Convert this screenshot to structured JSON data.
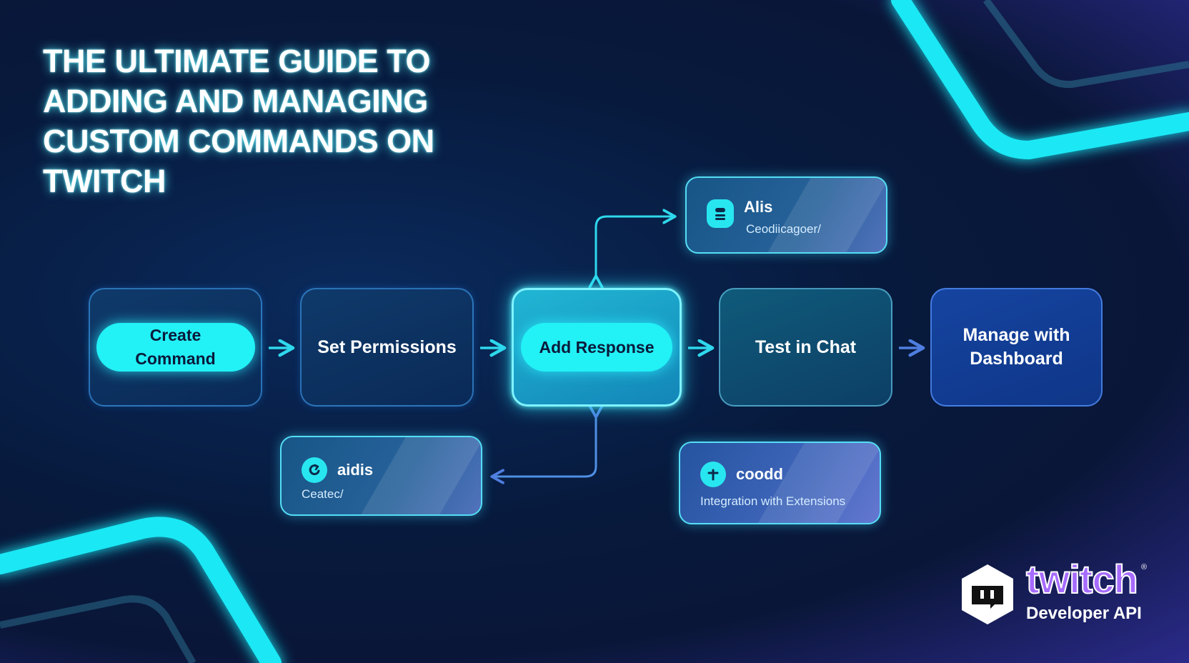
{
  "title": {
    "lines": [
      "THE ULTIMATE GUIDE TO",
      "ADDING AND MANAGING",
      "CUSTOM COMMANDS ON",
      "TWITCH"
    ]
  },
  "flow": {
    "steps": [
      "Create Command",
      "Set Permissions",
      "Add Response",
      "Test in Chat",
      "Manage with Dashboard"
    ],
    "active_step": "Add Response"
  },
  "cards": {
    "alias": {
      "title": "Alis",
      "subtitle": "Ceodiicagoer/",
      "icon": "robot-icon"
    },
    "aidis": {
      "title": "aidis",
      "subtitle": "Ceatec/",
      "icon": "refresh-icon"
    },
    "coodd": {
      "title": "coodd",
      "subtitle": "Integration with Extensions",
      "icon": "plus-icon"
    }
  },
  "brand": {
    "wordmark": "twitch",
    "registered": "®",
    "subtitle": "Developer API",
    "accent": "#a66bff"
  },
  "colors": {
    "cyan": "#22f1f6",
    "connector": "#2fd8ec",
    "connector_blue": "#4f7ee0"
  }
}
